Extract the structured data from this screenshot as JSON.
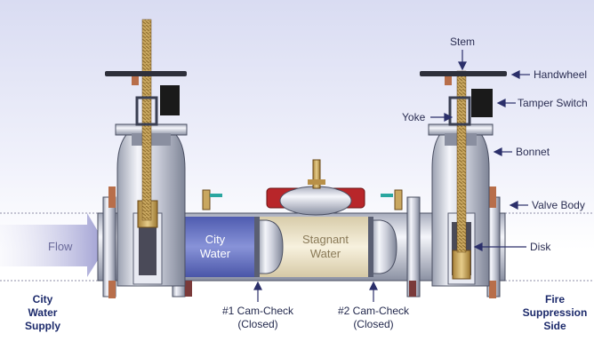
{
  "labels": {
    "stem": "Stem",
    "handwheel": "Handwheel",
    "tamper_switch": "Tamper Switch",
    "yoke": "Yoke",
    "bonnet": "Bonnet",
    "valve_body": "Valve Body",
    "disk": "Disk",
    "flow": "Flow",
    "city_water": [
      "City",
      "Water"
    ],
    "stagnant_water": [
      "Stagnant",
      "Water"
    ],
    "city_water_supply": [
      "City",
      "Water",
      "Supply"
    ],
    "fire_suppression_side": [
      "Fire",
      "Suppression",
      "Side"
    ],
    "check1": [
      "#1 Cam-Check",
      "(Closed)"
    ],
    "check2": [
      "#2 Cam-Check",
      "(Closed)"
    ]
  },
  "colors": {
    "label_text": "#2a2d52",
    "side_text": "#1c2a6b",
    "arrow": "#2b2f6a",
    "city_water_fill": "#6a78c8",
    "stagnant_fill": "#efe7cf",
    "brass": "#c9a760",
    "red_cap": "#b8262a"
  }
}
